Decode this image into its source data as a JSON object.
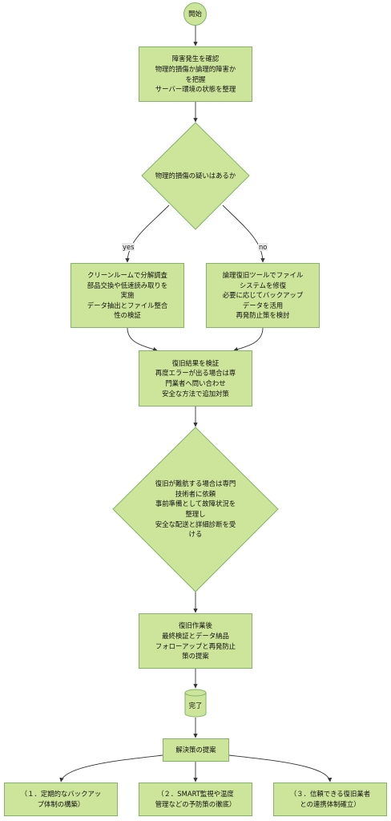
{
  "start": "開始",
  "confirm": "障害発生を確認\n物理的損傷か論理的障害か\nを把握\nサーバー環境の状態を整理",
  "decision1": "物理的損傷の疑いはあるか",
  "edge_yes": "yes",
  "edge_no": "no",
  "physical": "クリーンルームで分解調査\n部品交換や低速読み取りを\n実施\nデータ抽出とファイル整合\n性の検証",
  "logical": "論理復旧ツールでファイル\nシステムを修復\n必要に応じてバックアップ\nデータを活用\n再発防止策を検討",
  "verify": "復旧結果を検証\n再度エラーが出る場合は専\n門業者へ問い合わせ\n安全な方法で追加対策",
  "decision2": "復旧が難航する場合は専門\n技術者に依頼\n事前準備として故障状況を\n整理し\n安全な配送と詳細診断を受\nける",
  "after": "復旧作業後\n最終検証とデータ納品\nフォローアップと再発防止\n策の提案",
  "done": "完了",
  "proposal": "解決策の提案",
  "sol1": "（１．定期的なバックアッ\nプ体制の構築）",
  "sol2": "（２．SMART監視や温度\n管理などの予防策の徹底）",
  "sol3": "（３．信頼できる復旧業者\nとの連携体制確立）",
  "colors": {
    "fill": "#cde59a",
    "stroke": "#82b366",
    "edge": "#333333"
  }
}
